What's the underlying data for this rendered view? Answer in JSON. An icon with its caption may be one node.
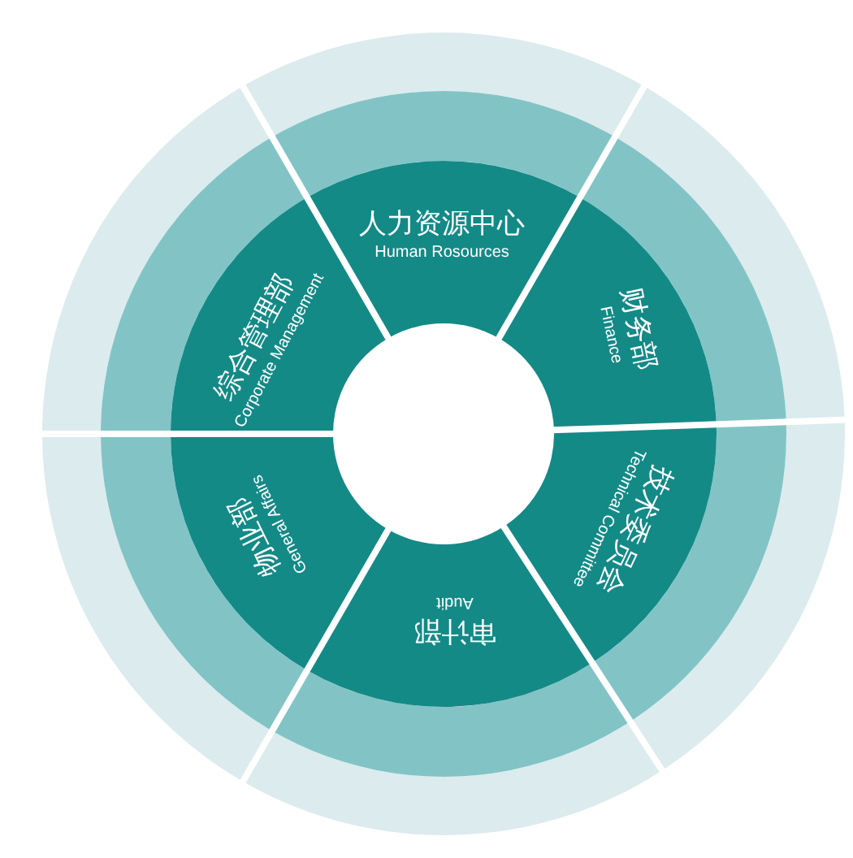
{
  "diagram": {
    "nodes": [
      {
        "text": [
          "人力资源中心",
          "Human Rosources"
        ]
      },
      {
        "text": [
          "财务部",
          "Finance"
        ]
      },
      {
        "text": [
          "技术委员会",
          "Technical Committee"
        ]
      },
      {
        "text": [
          "审计部",
          "Audit"
        ]
      },
      {
        "text": [
          "物业部",
          "General Affairs"
        ]
      },
      {
        "text": [
          "综合管理部",
          "Corporate Management"
        ]
      }
    ]
  }
}
